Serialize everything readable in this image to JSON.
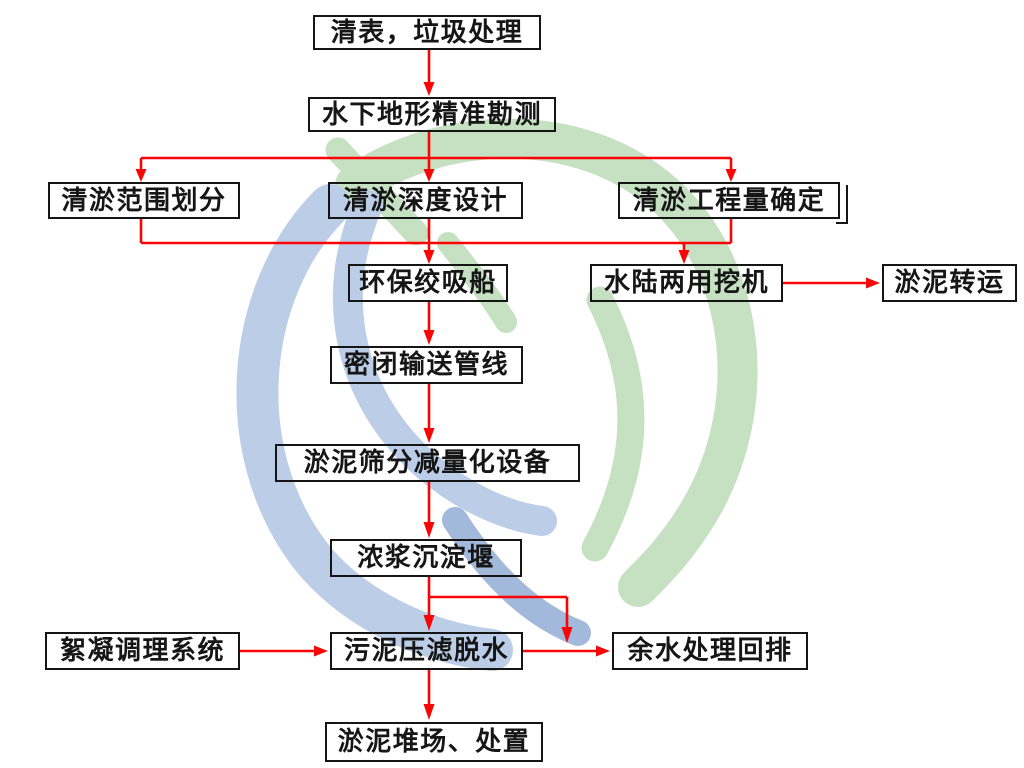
{
  "diagram": {
    "nodes": {
      "clear_surface": {
        "label": "清表，垃圾处理"
      },
      "survey": {
        "label": "水下地形精准勘测"
      },
      "scope": {
        "label": "清淤范围划分"
      },
      "depth": {
        "label": "清淤深度设计"
      },
      "quantity": {
        "label": "清淤工程量确定"
      },
      "dredger": {
        "label": "环保绞吸船"
      },
      "excavator": {
        "label": "水陆两用挖机"
      },
      "transfer": {
        "label": "淤泥转运"
      },
      "pipeline": {
        "label": "密闭输送管线"
      },
      "screening": {
        "label": "淤泥筛分减量化设备"
      },
      "weir": {
        "label": "浓浆沉淀堰"
      },
      "flocculation": {
        "label": "絮凝调理系统"
      },
      "dewatering": {
        "label": "污泥压滤脱水"
      },
      "residual_water": {
        "label": "余水处理回排"
      },
      "disposal": {
        "label": "淤泥堆场、处置"
      }
    },
    "edges": [
      {
        "from": "clear_surface",
        "to": "survey"
      },
      {
        "from": "survey",
        "to": "scope"
      },
      {
        "from": "survey",
        "to": "depth"
      },
      {
        "from": "survey",
        "to": "quantity"
      },
      {
        "from": "scope",
        "to": "dredger"
      },
      {
        "from": "depth",
        "to": "dredger"
      },
      {
        "from": "quantity",
        "to": "dredger"
      },
      {
        "from": "scope",
        "to": "excavator"
      },
      {
        "from": "depth",
        "to": "excavator"
      },
      {
        "from": "quantity",
        "to": "excavator"
      },
      {
        "from": "excavator",
        "to": "transfer"
      },
      {
        "from": "dredger",
        "to": "pipeline"
      },
      {
        "from": "pipeline",
        "to": "screening"
      },
      {
        "from": "screening",
        "to": "weir"
      },
      {
        "from": "weir",
        "to": "dewatering"
      },
      {
        "from": "weir",
        "to": "residual_water"
      },
      {
        "from": "flocculation",
        "to": "dewatering"
      },
      {
        "from": "dewatering",
        "to": "residual_water"
      },
      {
        "from": "dewatering",
        "to": "disposal"
      }
    ]
  },
  "colors": {
    "connector": "#fa0505",
    "box_border": "#151515",
    "watermark_green": "#c6e0c2",
    "watermark_blue": "#bccee7",
    "watermark_blue_dark": "#a3b9dc"
  }
}
